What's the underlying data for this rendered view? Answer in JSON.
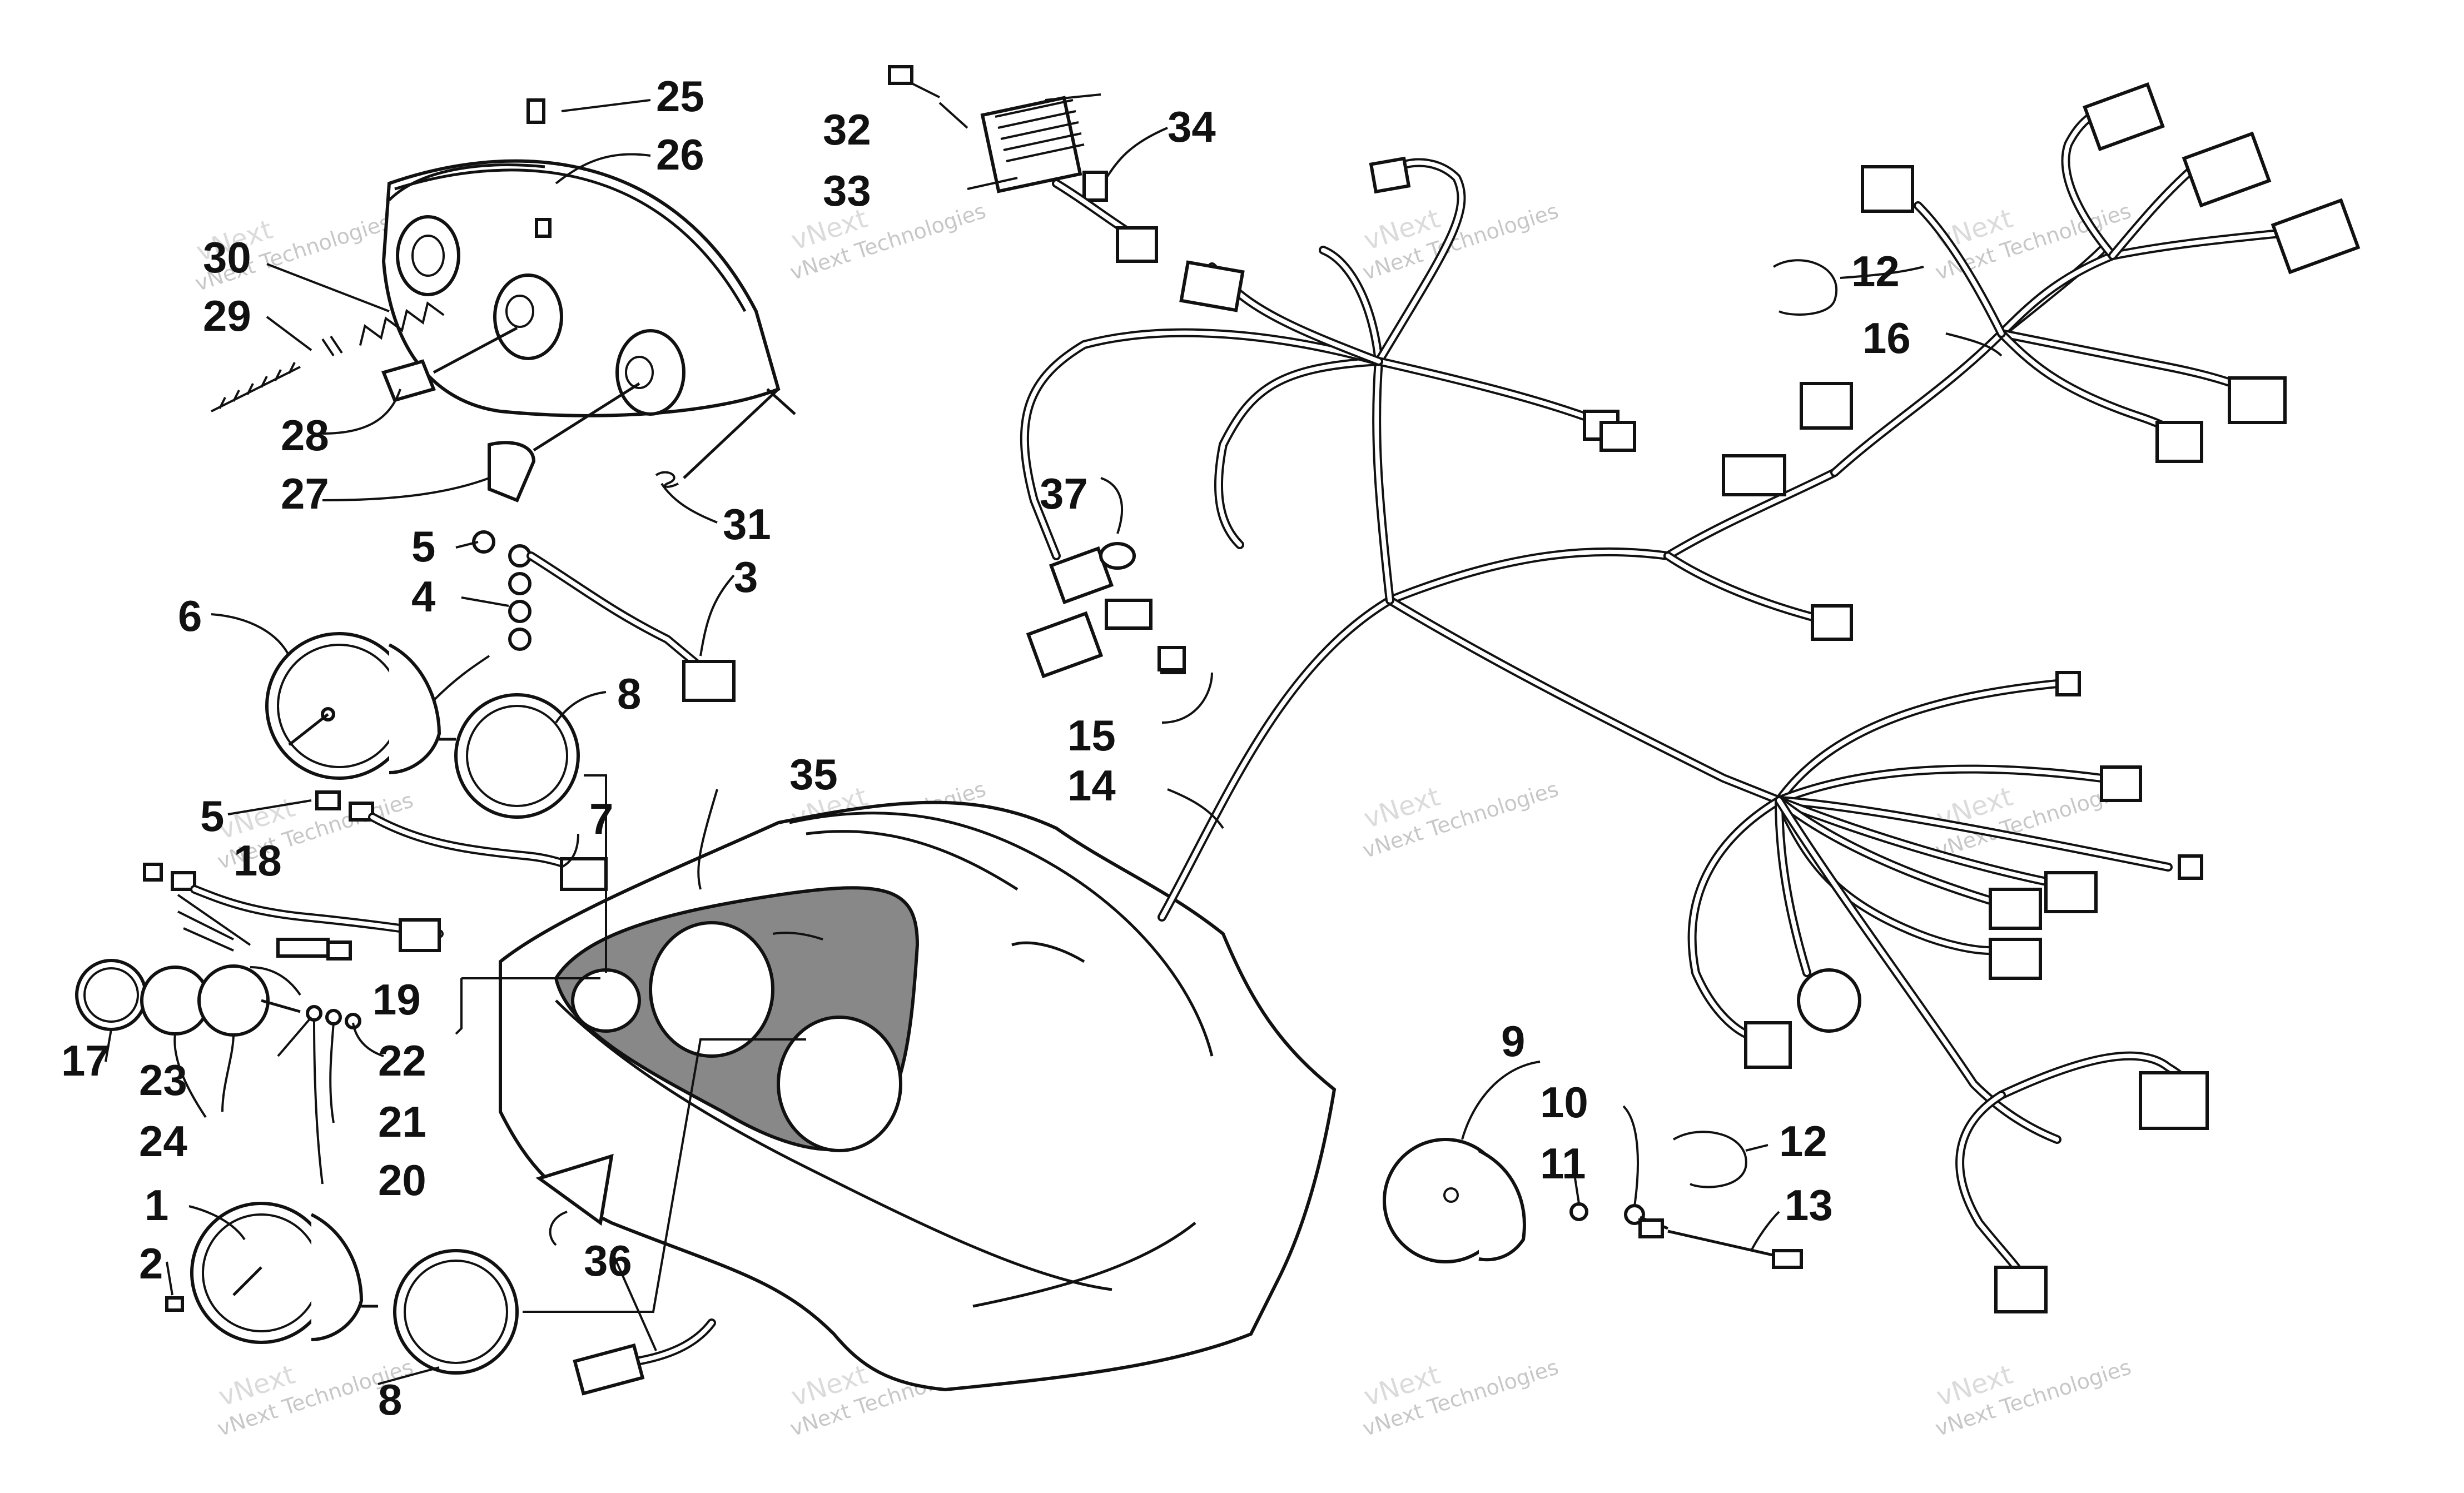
{
  "callouts": [
    {
      "id": "c1",
      "label": "1"
    },
    {
      "id": "c2",
      "label": "2"
    },
    {
      "id": "c3",
      "label": "3"
    },
    {
      "id": "c4",
      "label": "4"
    },
    {
      "id": "c5a",
      "label": "5"
    },
    {
      "id": "c5b",
      "label": "5"
    },
    {
      "id": "c6",
      "label": "6"
    },
    {
      "id": "c7",
      "label": "7"
    },
    {
      "id": "c8a",
      "label": "8"
    },
    {
      "id": "c8b",
      "label": "8"
    },
    {
      "id": "c9",
      "label": "9"
    },
    {
      "id": "c10",
      "label": "10"
    },
    {
      "id": "c11",
      "label": "11"
    },
    {
      "id": "c12a",
      "label": "12"
    },
    {
      "id": "c12b",
      "label": "12"
    },
    {
      "id": "c13",
      "label": "13"
    },
    {
      "id": "c14",
      "label": "14"
    },
    {
      "id": "c15",
      "label": "15"
    },
    {
      "id": "c16",
      "label": "16"
    },
    {
      "id": "c17",
      "label": "17"
    },
    {
      "id": "c18",
      "label": "18"
    },
    {
      "id": "c19",
      "label": "19"
    },
    {
      "id": "c20",
      "label": "20"
    },
    {
      "id": "c21",
      "label": "21"
    },
    {
      "id": "c22",
      "label": "22"
    },
    {
      "id": "c23",
      "label": "23"
    },
    {
      "id": "c24",
      "label": "24"
    },
    {
      "id": "c25",
      "label": "25"
    },
    {
      "id": "c26",
      "label": "26"
    },
    {
      "id": "c27",
      "label": "27"
    },
    {
      "id": "c28",
      "label": "28"
    },
    {
      "id": "c29",
      "label": "29"
    },
    {
      "id": "c30",
      "label": "30"
    },
    {
      "id": "c31",
      "label": "31"
    },
    {
      "id": "c32",
      "label": "32"
    },
    {
      "id": "c33",
      "label": "33"
    },
    {
      "id": "c34",
      "label": "34"
    },
    {
      "id": "c35",
      "label": "35"
    },
    {
      "id": "c36",
      "label": "36"
    },
    {
      "id": "c37",
      "label": "37"
    }
  ],
  "watermark": {
    "logo": "vNext",
    "text": "vNext Technologies",
    "text_alt": "Technologies"
  },
  "colors": {
    "ink": "#111111",
    "panel_fill": "#888888",
    "watermark": "#9a9a9a"
  }
}
